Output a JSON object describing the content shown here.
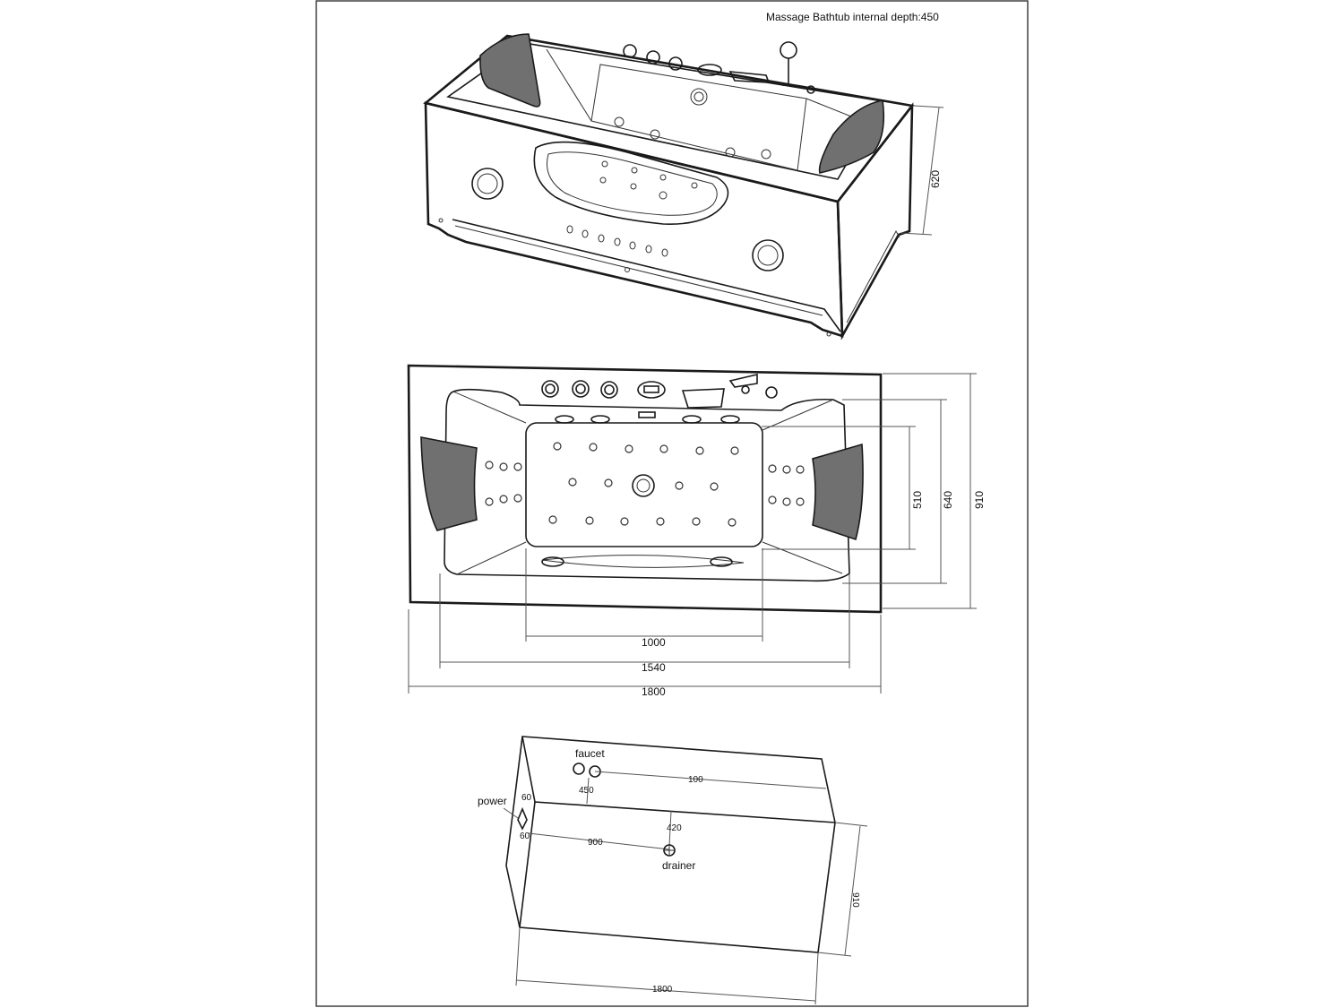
{
  "title": "Massage Bathtub internal depth:450",
  "perspective_view": {
    "height_dim": "620"
  },
  "top_view": {
    "dims_horizontal": [
      "1000",
      "1540",
      "1800"
    ],
    "dims_vertical": [
      "510",
      "640",
      "910"
    ]
  },
  "install_view": {
    "faucet_label": "faucet",
    "power_label": "power",
    "drainer_label": "drainer",
    "dim_100": "100",
    "dim_450": "450",
    "dim_60_top": "60",
    "dim_60_bottom": "60",
    "dim_900": "900",
    "dim_420": "420",
    "dim_910": "910",
    "dim_1800": "1800"
  },
  "colors": {
    "line": "#1a1a1a",
    "pillow": "#707070",
    "frame": "#333333"
  }
}
